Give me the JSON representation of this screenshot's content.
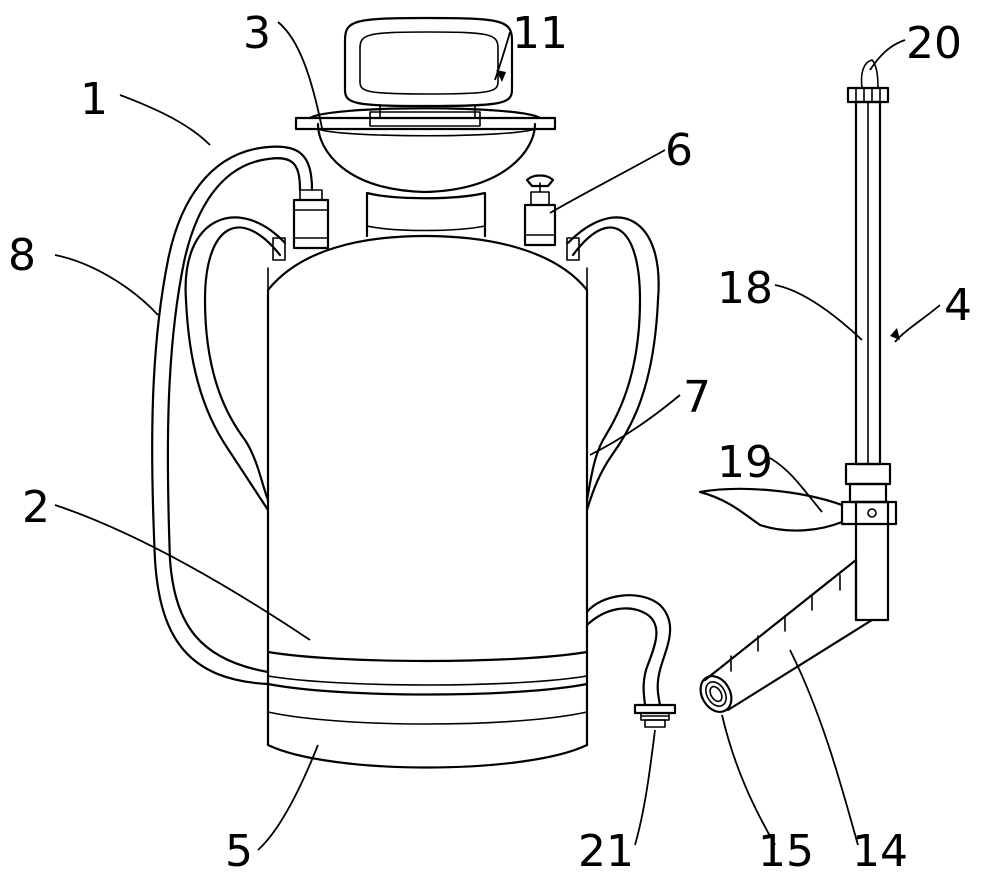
{
  "figure": {
    "labels": [
      {
        "id": "1",
        "text": "1"
      },
      {
        "id": "2",
        "text": "2"
      },
      {
        "id": "3",
        "text": "3"
      },
      {
        "id": "4",
        "text": "4"
      },
      {
        "id": "5",
        "text": "5"
      },
      {
        "id": "6",
        "text": "6"
      },
      {
        "id": "7",
        "text": "7"
      },
      {
        "id": "8",
        "text": "8"
      },
      {
        "id": "11",
        "text": "11"
      },
      {
        "id": "14",
        "text": "14"
      },
      {
        "id": "15",
        "text": "15"
      },
      {
        "id": "18",
        "text": "18"
      },
      {
        "id": "19",
        "text": "19"
      },
      {
        "id": "20",
        "text": "20"
      },
      {
        "id": "21",
        "text": "21"
      }
    ]
  }
}
